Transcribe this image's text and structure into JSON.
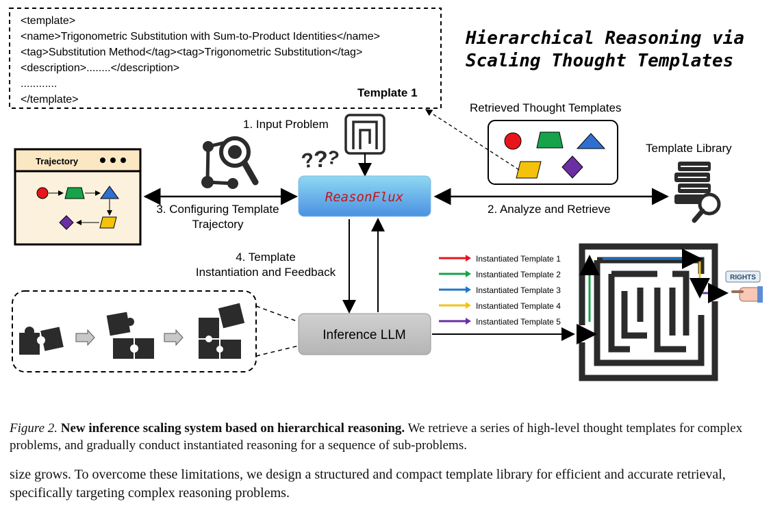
{
  "template_box": {
    "lines": [
      "<template>",
      "<name>Trigonometric Substitution with Sum-to-Product Identities</name>",
      "<tag>Substitution Method</tag><tag>Trigonometric Substitution</tag>",
      "<description>........</description>",
      "............",
      "</template>"
    ],
    "label": "Template 1"
  },
  "title": {
    "line1": "Hierarchical Reasoning via",
    "line2": "Scaling Thought Templates"
  },
  "trajectory": {
    "title": "Trajectory"
  },
  "steps": {
    "input_problem": "1. Input Problem",
    "analyze_retrieve": "2. Analyze and Retrieve",
    "configuring_line1": "3. Configuring Template",
    "configuring_line2": "Trajectory",
    "instantiation_line1": "4. Template",
    "instantiation_line2": "Instantiation and Feedback"
  },
  "nodes": {
    "reasonflux": "ReasonFlux",
    "inference_llm": "Inference LLM",
    "retrieved_templates": "Retrieved Thought Templates",
    "template_library": "Template Library"
  },
  "legend": [
    {
      "label": "Instantiated  Template 1",
      "color": "#e8141c"
    },
    {
      "label": "Instantiated  Template 2",
      "color": "#16a34a"
    },
    {
      "label": "Instantiated  Template 3",
      "color": "#1f77c4"
    },
    {
      "label": "Instantiated  Template 4",
      "color": "#f2c318"
    },
    {
      "label": "Instantiated  Template 5",
      "color": "#6b2fa3"
    }
  ],
  "rights_sign": "RIGHTS",
  "shapes_colors": {
    "circle": "#e8141c",
    "trapezoid": "#16a34a",
    "triangle": "#2f6fd0",
    "parallelogram": "#f5c20b",
    "diamond": "#6b2fa3"
  },
  "caption": {
    "label": "Figure 2.",
    "bold": "New inference scaling system based on hierarchical reasoning.",
    "rest": "We retrieve a series of high-level thought templates for complex problems, and gradually conduct instantiated reasoning for a sequence of sub-problems."
  },
  "body_text": "size grows. To overcome these limitations, we design a structured and compact template library for efficient and accurate retrieval, specifically targeting complex reasoning problems."
}
